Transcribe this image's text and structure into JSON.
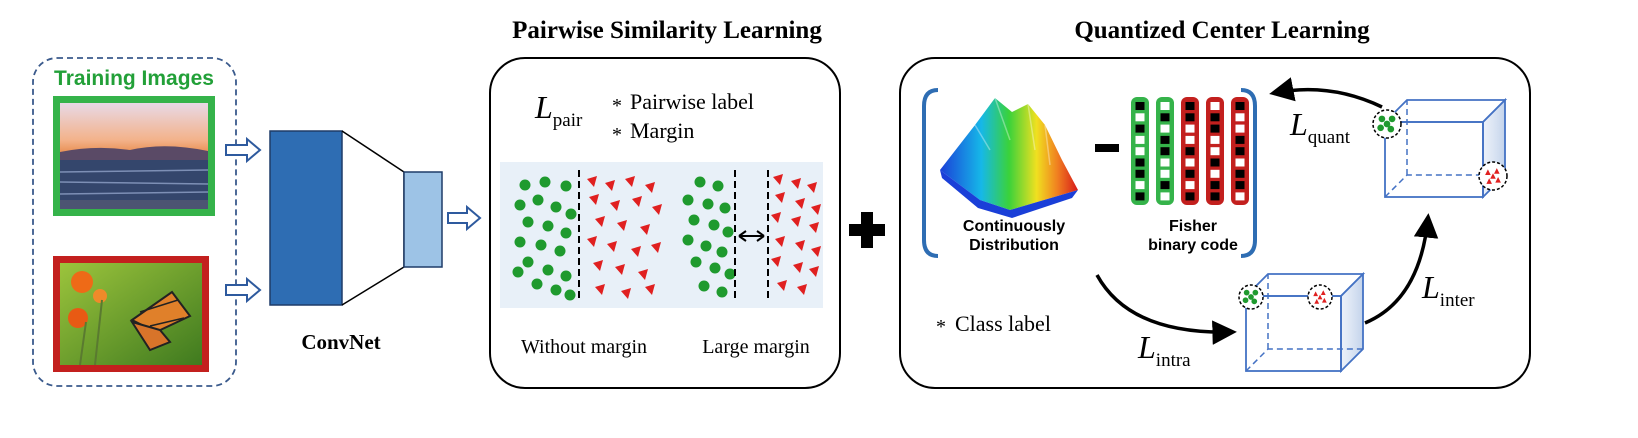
{
  "training": {
    "title": "Training Images",
    "images": [
      {
        "name": "sunset-beach-photo"
      },
      {
        "name": "butterfly-flowers-photo"
      }
    ]
  },
  "convnet": {
    "label": "ConvNet"
  },
  "pairwise": {
    "title": "Pairwise Similarity Learning",
    "loss": {
      "main": "L",
      "sub": "pair"
    },
    "bullets": [
      "Pairwise label",
      "Margin"
    ],
    "panels": [
      "Without margin",
      "Large margin"
    ]
  },
  "plus_icon": "plus-icon",
  "quantized": {
    "title": "Quantized Center Learning",
    "distribution_label": [
      "Continuously",
      "Distribution"
    ],
    "fisher_label": [
      "Fisher",
      "binary code"
    ],
    "class_label": "Class label",
    "losses": {
      "quant": {
        "main": "L",
        "sub": "quant"
      },
      "intra": {
        "main": "L",
        "sub": "intra"
      },
      "inter": {
        "main": "L",
        "sub": "inter"
      }
    }
  },
  "colors": {
    "dashed_border": "#3a5a8c",
    "training_title": "#22a038",
    "frame_green": "#35b34a",
    "frame_red": "#c3201e",
    "conv_dark": "#2e6db3",
    "conv_light": "#9dc3e6",
    "panel_bg": "#e8f0f8",
    "dot_green": "#1f9a2e",
    "tri_red": "#e02020",
    "cube_blue": "#4472c4"
  }
}
